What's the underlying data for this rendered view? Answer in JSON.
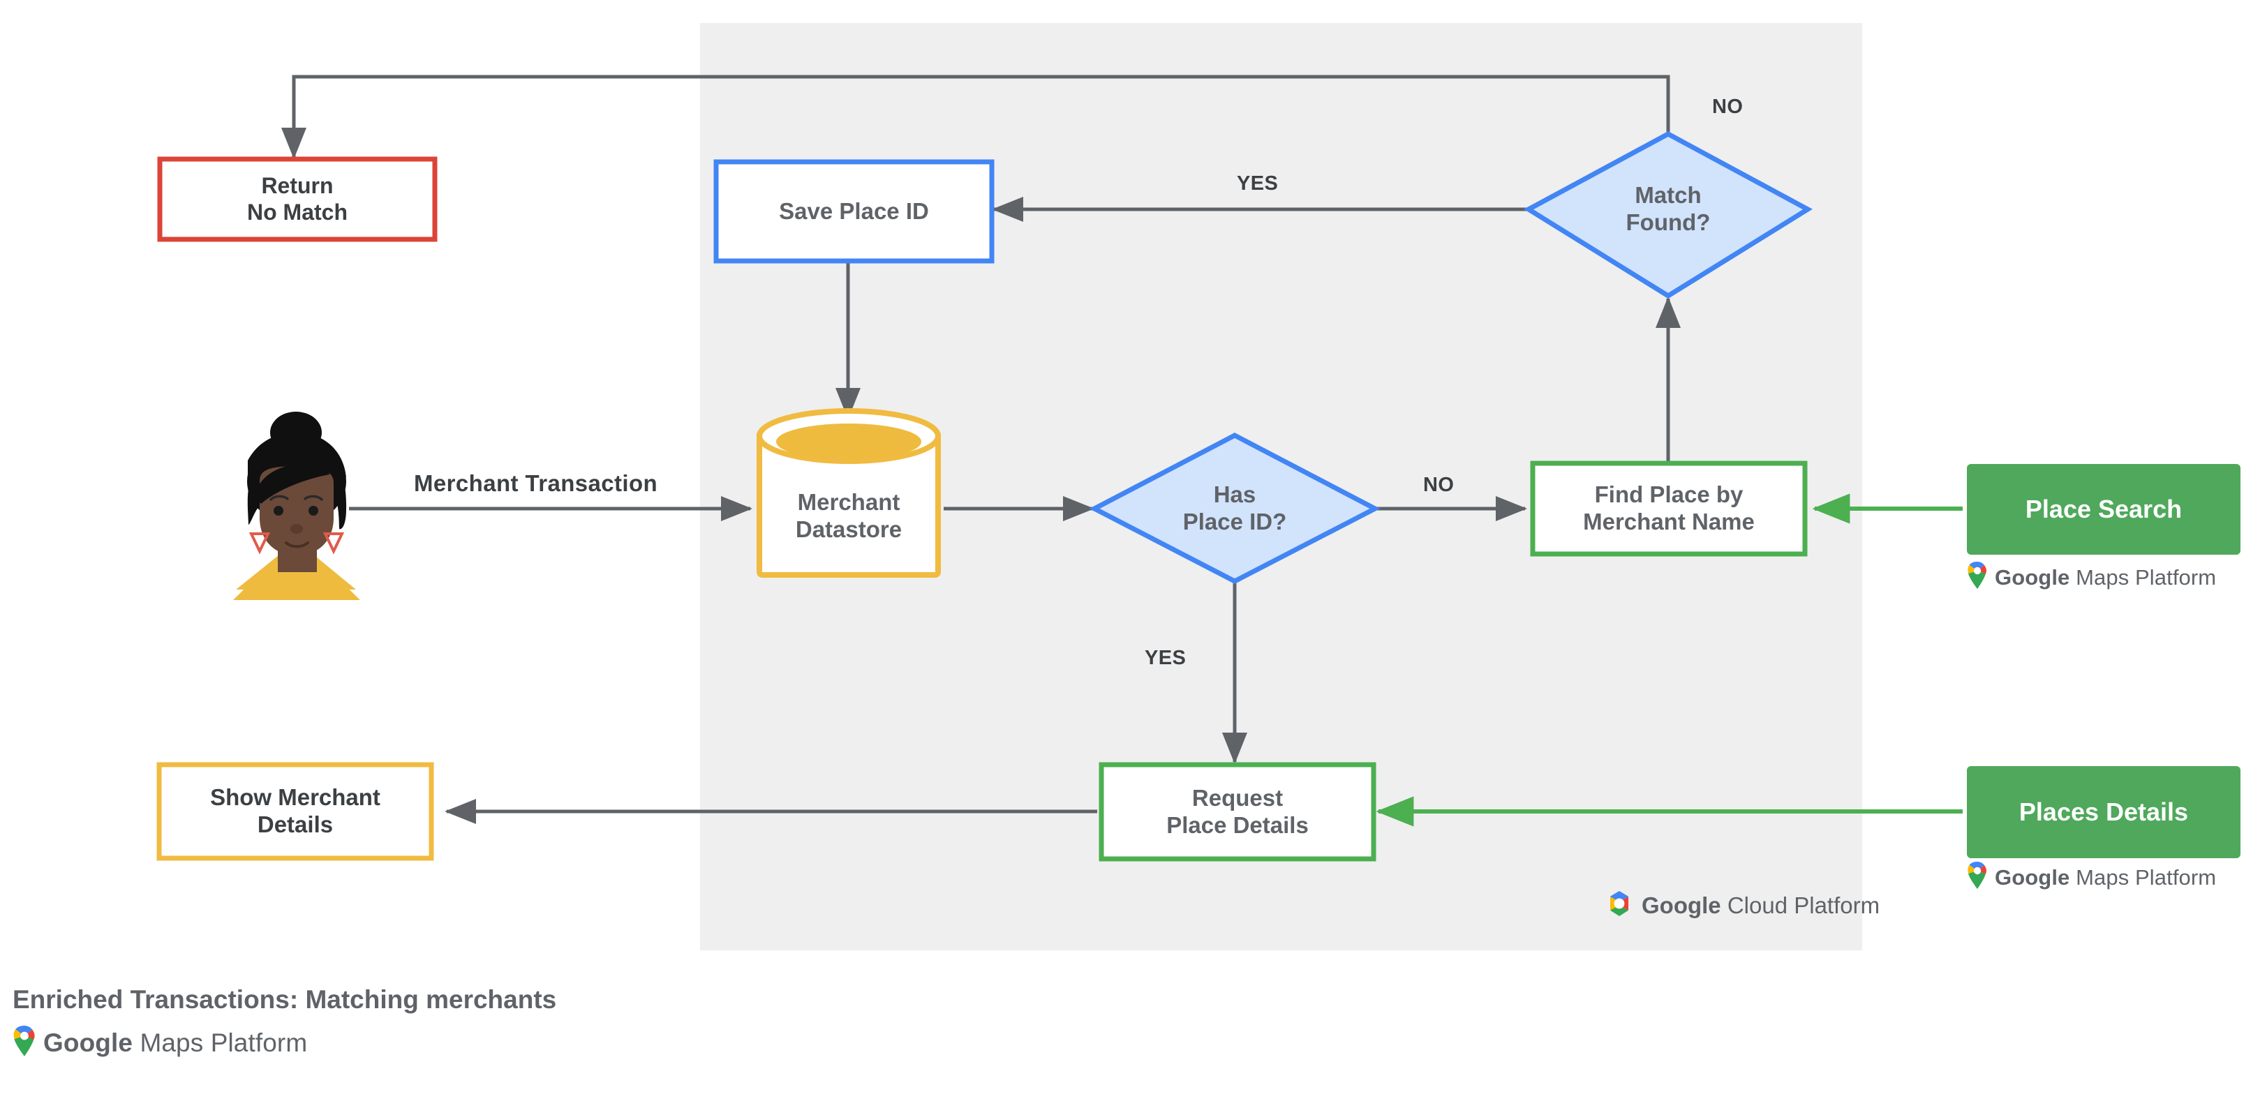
{
  "diagram": {
    "title": "Enriched Transactions: Matching merchants",
    "brand_footer": {
      "google": "Google",
      "product": "Maps Platform"
    },
    "panel": {
      "name": "google-cloud-platform-region",
      "fill": "#EFEFEF"
    },
    "panel_badge": {
      "google": "Google",
      "product": "Cloud Platform"
    },
    "colors": {
      "blue": "#4285F4",
      "blue_fill": "#D2E3FC",
      "green": "#4CAF50",
      "green_solid": "#4FA85B",
      "yellow": "#F0BB40",
      "red": "#DB4437",
      "edge": "#5F6368",
      "text": "#5F6368",
      "panel": "#EFEFEF"
    },
    "nodes": [
      {
        "id": "return-no-match",
        "label": "Return\nNo Match",
        "shape": "rect",
        "style": "red-outline"
      },
      {
        "id": "save-place-id",
        "label": "Save Place ID",
        "shape": "rect",
        "style": "blue-outline"
      },
      {
        "id": "match-found",
        "label": "Match\nFound?",
        "shape": "diamond",
        "style": "blue-fill"
      },
      {
        "id": "merchant-datastore",
        "label": "Merchant\nDatastore",
        "shape": "cylinder",
        "style": "yellow-outline"
      },
      {
        "id": "has-place-id",
        "label": "Has\nPlace ID?",
        "shape": "diamond",
        "style": "blue-fill"
      },
      {
        "id": "find-place",
        "label": "Find Place by\nMerchant Name",
        "shape": "rect",
        "style": "green-outline"
      },
      {
        "id": "place-search",
        "label": "Place Search",
        "shape": "rect",
        "style": "green-solid"
      },
      {
        "id": "show-merchant",
        "label": "Show Merchant\nDetails",
        "shape": "rect",
        "style": "yellow-outline"
      },
      {
        "id": "request-details",
        "label": "Request\nPlace Details",
        "shape": "rect",
        "style": "green-outline"
      },
      {
        "id": "places-details",
        "label": "Places Details",
        "shape": "rect",
        "style": "green-solid"
      },
      {
        "id": "customer-avatar",
        "label": "",
        "shape": "avatar",
        "style": "illustration"
      }
    ],
    "edge_labels": {
      "merchant_transaction": "Merchant Transaction",
      "yes_match": "YES",
      "no_match": "NO",
      "no_has_place_id": "NO",
      "yes_has_place_id": "YES"
    },
    "product_captions": {
      "place_search": {
        "google": "Google",
        "product": "Maps Platform"
      },
      "places_details": {
        "google": "Google",
        "product": "Maps Platform"
      }
    }
  }
}
